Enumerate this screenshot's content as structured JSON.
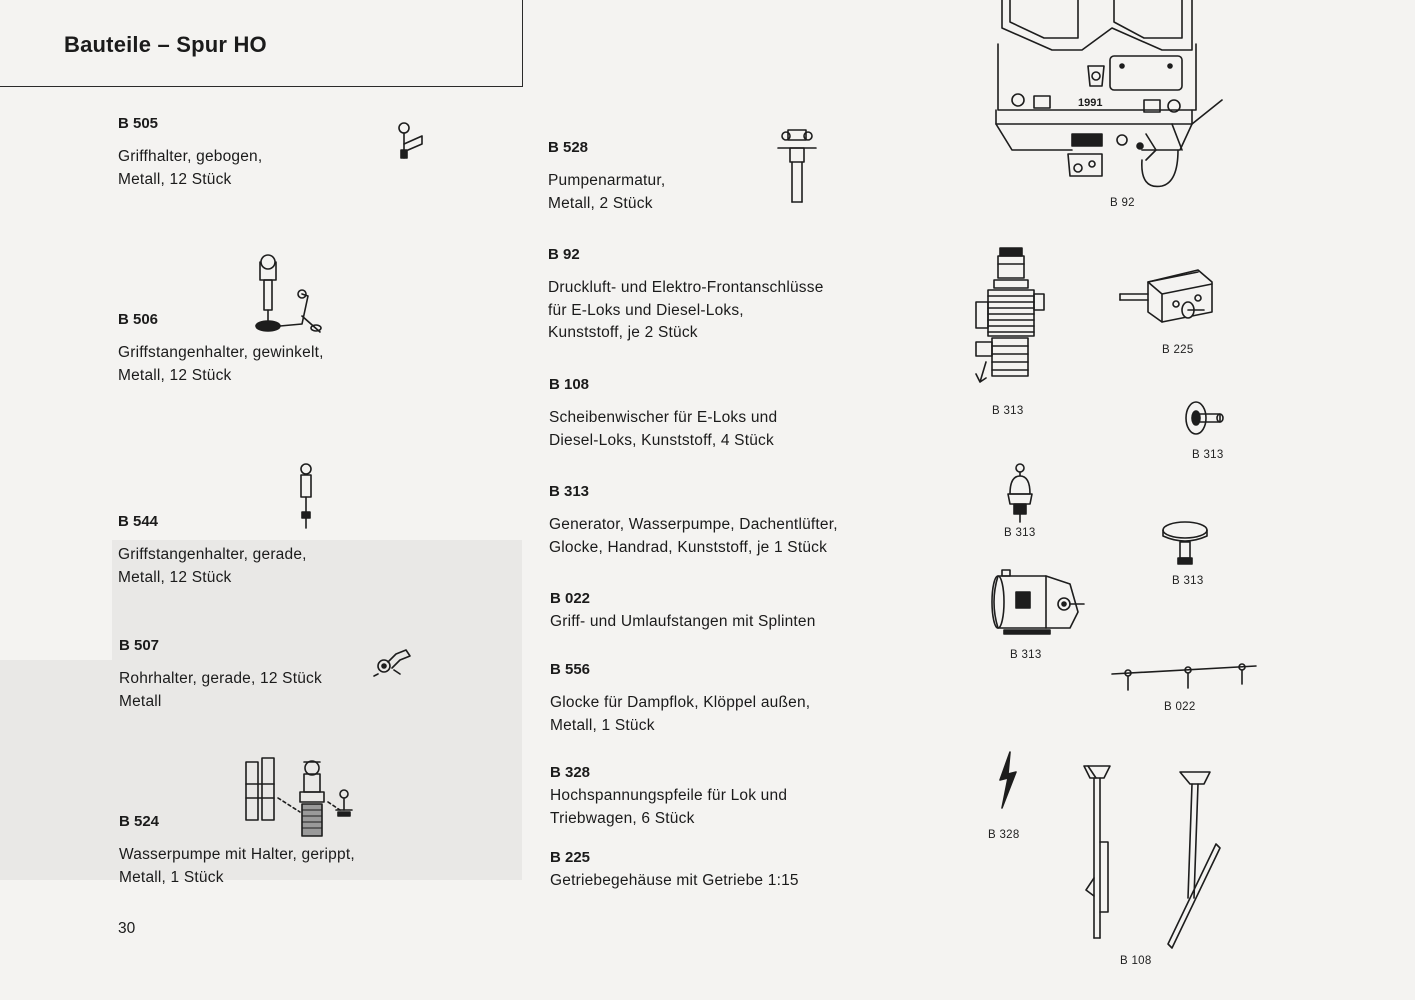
{
  "header": {
    "title": "Bauteile – Spur HO"
  },
  "page_number": "30",
  "left_items": [
    {
      "code": "B 505",
      "lines": [
        "Griffhalter, gebogen,",
        "Metall, 12 Stück"
      ]
    },
    {
      "code": "B 506",
      "lines": [
        "Griffstangenhalter, gewinkelt,",
        "Metall, 12 Stück"
      ]
    },
    {
      "code": "B 544",
      "lines": [
        "Griffstangenhalter, gerade,",
        "Metall, 12 Stück"
      ]
    },
    {
      "code": "B 507",
      "lines": [
        "Rohrhalter, gerade, 12 Stück",
        "Metall"
      ]
    },
    {
      "code": "B 524",
      "lines": [
        "Wasserpumpe mit Halter, gerippt,",
        "Metall, 1 Stück"
      ]
    }
  ],
  "mid_items": [
    {
      "code": "B 528",
      "lines": [
        "Pumpenarmatur,",
        "Metall, 2 Stück"
      ]
    },
    {
      "code": "B 92",
      "lines": [
        "Druckluft- und Elektro-Frontanschlüsse",
        "für E-Loks und Diesel-Loks,",
        "Kunststoff, je 2 Stück"
      ]
    },
    {
      "code": "B 108",
      "lines": [
        "Scheibenwischer für E-Loks und",
        "Diesel-Loks, Kunststoff, 4 Stück"
      ]
    },
    {
      "code": "B 313",
      "lines": [
        "Generator, Wasserpumpe, Dachentlüfter,",
        "Glocke, Handrad, Kunststoff, je 1 Stück"
      ]
    },
    {
      "code": "B 022",
      "lines": [
        "Griff- und Umlaufstangen mit Splinten"
      ]
    },
    {
      "code": "B 556",
      "lines": [
        "Glocke für Dampflok, Klöppel außen,",
        "Metall, 1 Stück"
      ]
    },
    {
      "code": "B 328",
      "lines": [
        "Hochspannungspfeile für Lok und",
        "Triebwagen, 6 Stück"
      ]
    },
    {
      "code": "B 225",
      "lines": [
        "Getriebegehäuse mit Getriebe 1:15"
      ]
    }
  ],
  "figures": {
    "loco_number": "1991",
    "captions": {
      "b92": "B 92",
      "b225": "B 225",
      "b313_pump": "B 313",
      "b313_wheel": "B 313",
      "b313_bell": "B 313",
      "b313_vent": "B 313",
      "b313_gen": "B 313",
      "b022": "B 022",
      "b328": "B 328",
      "b108": "B 108"
    }
  }
}
